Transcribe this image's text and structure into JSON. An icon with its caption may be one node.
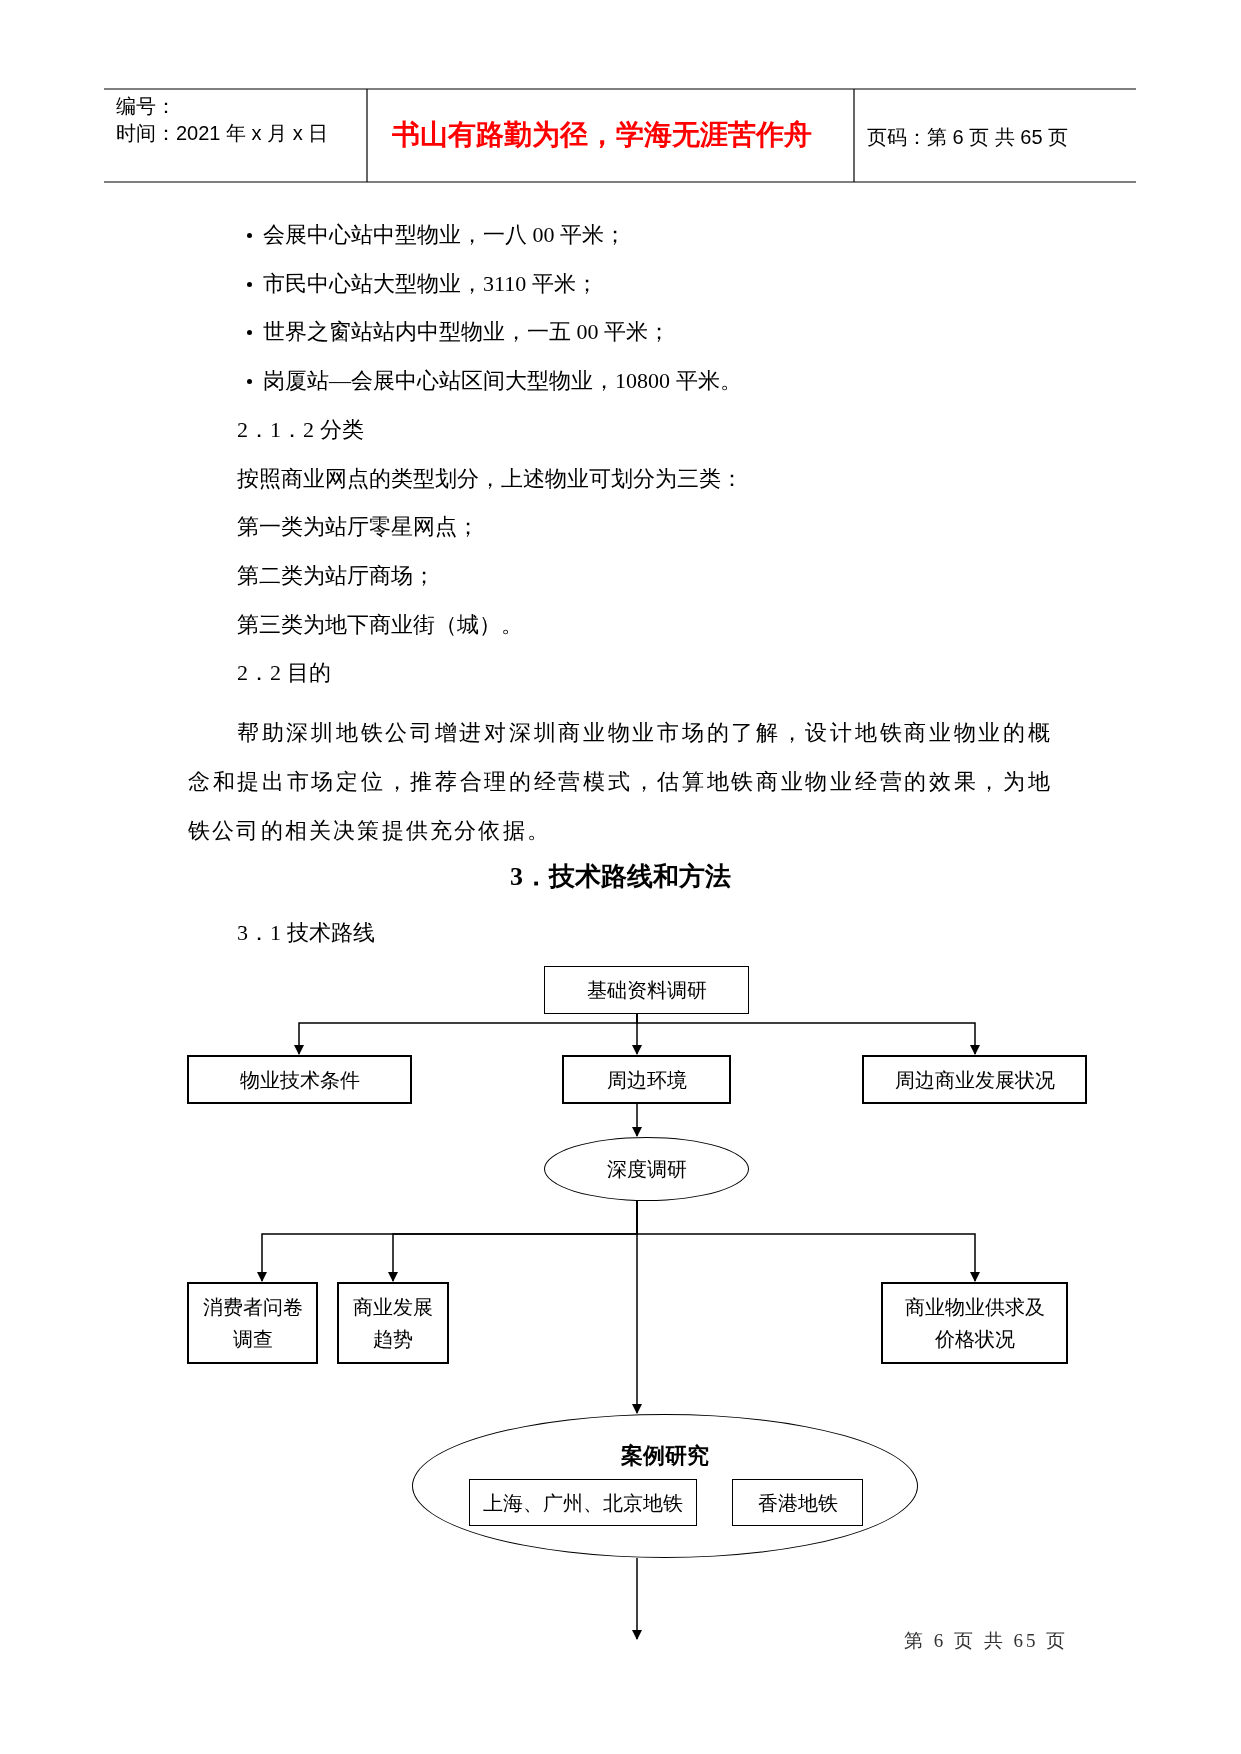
{
  "diagram": {
    "nodes": [
      {
        "text": [
          "基础资料调研"
        ]
      },
      {
        "text": [
          "物业技术条件"
        ]
      },
      {
        "text": [
          "周边环境"
        ]
      },
      {
        "text": [
          "周边商业发展状况"
        ]
      },
      {
        "text": [
          "深度调研"
        ]
      },
      {
        "text": [
          "消费者问卷调查"
        ]
      },
      {
        "text": [
          "商业发展趋势"
        ]
      },
      {
        "text": [
          "商业物业供求及价格状况"
        ]
      },
      {
        "text": [
          "案例研究"
        ]
      },
      {
        "text": [
          "上海、广州、北京地铁"
        ],
        "in": 8
      },
      {
        "text": [
          "香港地铁"
        ],
        "in": 8
      }
    ],
    "edges": [
      {
        "from": 0,
        "to": 1,
        "arrow": "to"
      },
      {
        "from": 0,
        "to": 2,
        "arrow": "to"
      },
      {
        "from": 0,
        "to": 3,
        "arrow": "to"
      },
      {
        "from": 2,
        "to": 4,
        "arrow": "to"
      },
      {
        "from": 4,
        "to": 5,
        "arrow": "to"
      },
      {
        "from": 4,
        "to": 6,
        "arrow": "to"
      },
      {
        "from": 4,
        "to": 7,
        "arrow": "to"
      },
      {
        "from": 4,
        "to": 8,
        "arrow": "to"
      },
      {
        "from": 8,
        "to": null,
        "arrow": "to"
      }
    ],
    "labels": [
      "编号：",
      "时间：2021 年 x 月 x 日",
      "书山有路勤为径，学海无涯苦作舟",
      "页码：第 6 页 共 65 页",
      "会展中心站中型物业，一八 00 平米；",
      "市民中心站大型物业，3110 平米；",
      "世界之窗站站内中型物业，一五 00 平米；",
      "岗厦站—会展中心站区间大型物业，10800 平米。",
      "2．1．2 分类",
      "按照商业网点的类型划分，上述物业可划分为三类：",
      "第一类为站厅零星网点；",
      "第二类为站厅商场；",
      "第三类为地下商业街（城）。",
      "2．2 目的",
      "帮助深圳地铁公司增进对深圳商业物业市场的了解，设计地铁商业物业的概念和提出市场定位，推荐合理的经营模式，估算地铁商业物业经营的效果，为地铁公司的相关决策提供充分依据。",
      "3．技术路线和方法",
      "3．1 技术路线",
      "第 6 页 共 65 页"
    ]
  }
}
